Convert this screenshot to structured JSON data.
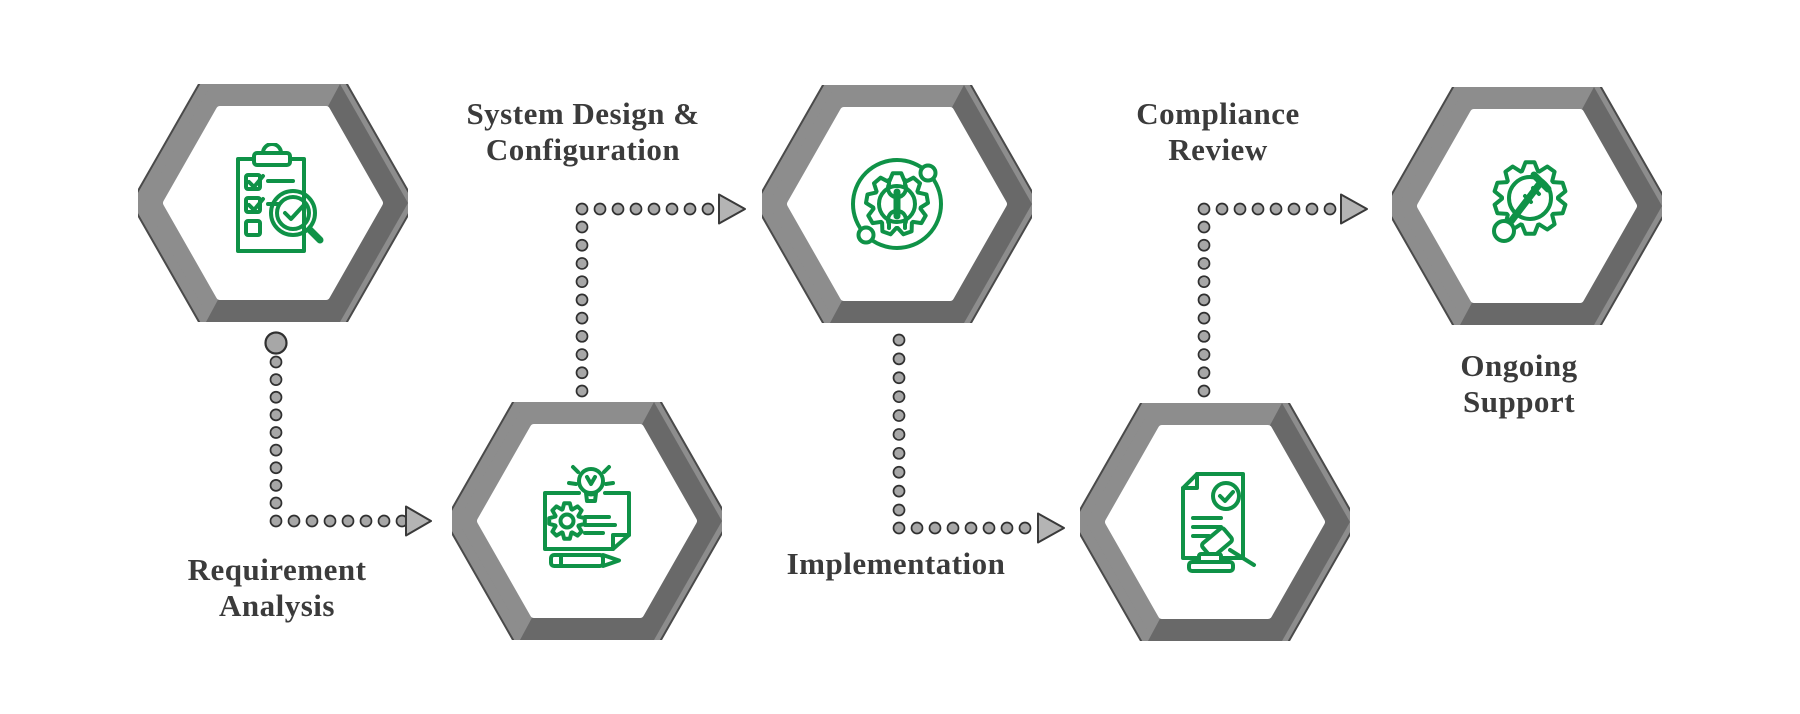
{
  "diagram": {
    "type": "process-flow",
    "steps": [
      {
        "id": "requirement-analysis",
        "label": "Requirement\nAnalysis",
        "icon": "clipboard-checklist-magnifier-icon"
      },
      {
        "id": "system-design-configuration",
        "label": "System Design &\nConfiguration",
        "icon": "design-board-gear-bulb-pencil-icon"
      },
      {
        "id": "implementation",
        "label": "Implementation",
        "icon": "gear-wrench-orbit-icon"
      },
      {
        "id": "compliance-review",
        "label": "Compliance\nReview",
        "icon": "document-check-gavel-icon"
      },
      {
        "id": "ongoing-support",
        "label": "Ongoing\nSupport",
        "icon": "gear-key-icon"
      }
    ],
    "colors": {
      "icon_green": "#0f9247",
      "hex_ring_gray": "#8d8d8d",
      "hex_shadow_gray": "#696969",
      "hex_inner": "#ffffff",
      "dot_fill": "#a7a7a7",
      "dot_outline": "#303030",
      "arrow_fill": "#b4b4b4",
      "arrow_outline": "#3a3a3a",
      "label_text": "#3b3b3b",
      "background": "#ffffff"
    }
  }
}
